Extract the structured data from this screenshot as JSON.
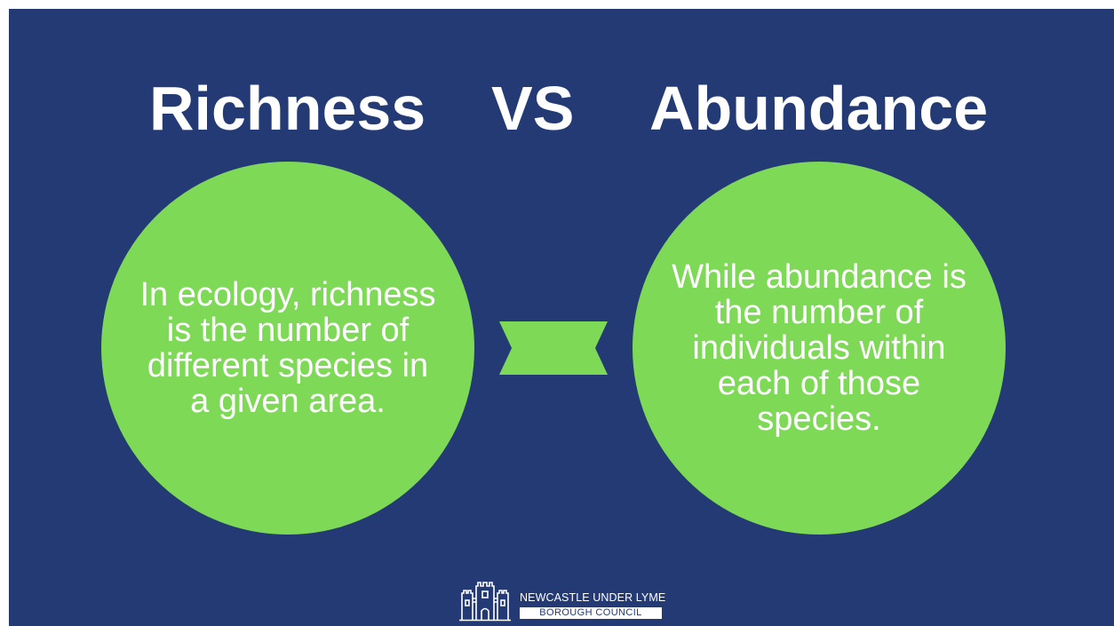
{
  "title": {
    "left": "Richness",
    "middle": "VS",
    "right": "Abundance"
  },
  "circles": {
    "left_text": "In ecology, richness is the number of different species in a given area.",
    "right_text": "While abundance is the number of individuals within each of those species."
  },
  "logo": {
    "name": "NEWCASTLE UNDER LYME",
    "sub": "BOROUGH COUNCIL"
  },
  "colors": {
    "background": "#233a75",
    "circle": "#7ed957",
    "text": "#ffffff"
  },
  "icons": {
    "connector": "ribbon-banner-icon",
    "logo": "castle-icon"
  }
}
